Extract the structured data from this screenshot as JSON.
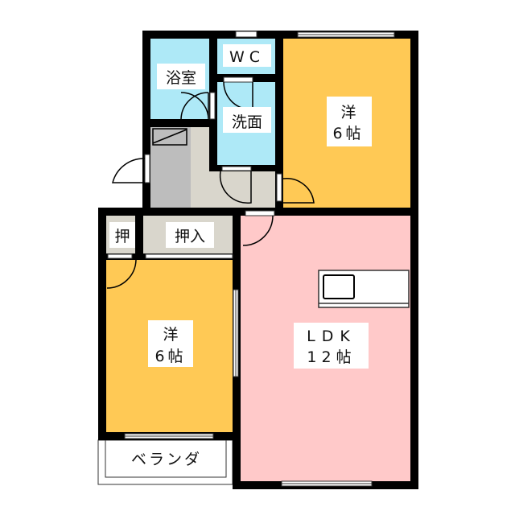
{
  "floorplan": {
    "rooms": {
      "bath": "浴室",
      "wc": "WC",
      "washroom": "洗面",
      "western_room_1_type": "洋",
      "western_room_1_size": "6帖",
      "closet_small": "押",
      "closet": "押入",
      "western_room_2_type": "洋",
      "western_room_2_size": "6帖",
      "ldk_type": "LDK",
      "ldk_size": "12帖",
      "veranda": "ベランダ"
    },
    "colors": {
      "wet_area": "#aee9f7",
      "western_room": "#ffc955",
      "ldk": "#ffc9c9",
      "entrance": "#bdbdbd",
      "hallway": "#d9d6cc",
      "wall": "#000000"
    }
  }
}
